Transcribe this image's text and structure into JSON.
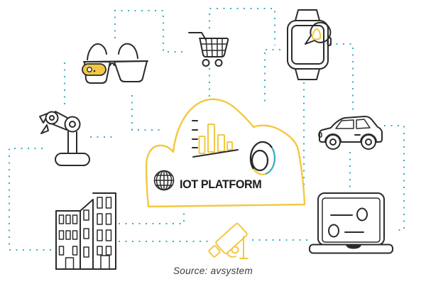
{
  "colors": {
    "yellow": "#F3C840",
    "teal": "#3AAFC1",
    "ink": "#2B2B2B",
    "headline": "#1C1C1C",
    "muted": "#3C3C3C",
    "background": "#FFFFFF"
  },
  "cloud": {
    "label": "IOT PLATFORM",
    "inner_icons": [
      "globe-icon",
      "bar-chart-icon",
      "donut-gauge-icon"
    ],
    "bar_chart_relative_heights": [
      24,
      39,
      23,
      11
    ]
  },
  "nodes": [
    "smart-glasses-icon",
    "shopping-cart-icon",
    "smartwatch-icon",
    "robot-arm-icon",
    "car-icon",
    "office-building-icon",
    "security-camera-icon",
    "laptop-icon"
  ],
  "footer": {
    "source_label": "Source: avsystem"
  }
}
